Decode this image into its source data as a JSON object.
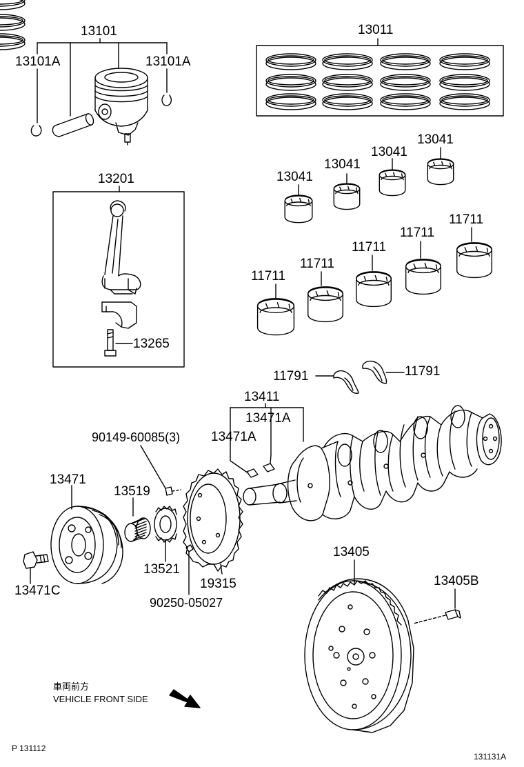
{
  "part_numbers": {
    "piston_set": "13101",
    "piston_snap_ring_left": "13101A",
    "piston_snap_ring_right": "13101A",
    "piston_ring_set": "13011",
    "rod_bearing_1": "13041",
    "rod_bearing_2": "13041",
    "rod_bearing_3": "13041",
    "rod_bearing_4": "13041",
    "connecting_rod": "13201",
    "rod_bolt": "13265",
    "main_bearing_1": "11711",
    "main_bearing_2": "11711",
    "main_bearing_3": "11711",
    "main_bearing_4": "11711",
    "main_bearing_5": "11711",
    "thrust_washer_left": "11791",
    "thrust_washer_right": "11791",
    "crankshaft": "13411",
    "crank_key_1": "13471A",
    "crank_key_2": "13471A",
    "sprocket_bolt": "90149-60085(3)",
    "crank_pulley": "13471",
    "pulley_bolt": "13471C",
    "crank_gear": "13519",
    "crank_spacer": "13521",
    "timing_rotor": "19315",
    "rotor_pin": "90250-05027",
    "flywheel": "13405",
    "flywheel_bolt": "13405B"
  },
  "orientation_note": {
    "line1": "車両前方",
    "line2": "VEHICLE FRONT SIDE"
  },
  "footer": {
    "page_ref": "P  131112",
    "figure_id": "131131A"
  }
}
